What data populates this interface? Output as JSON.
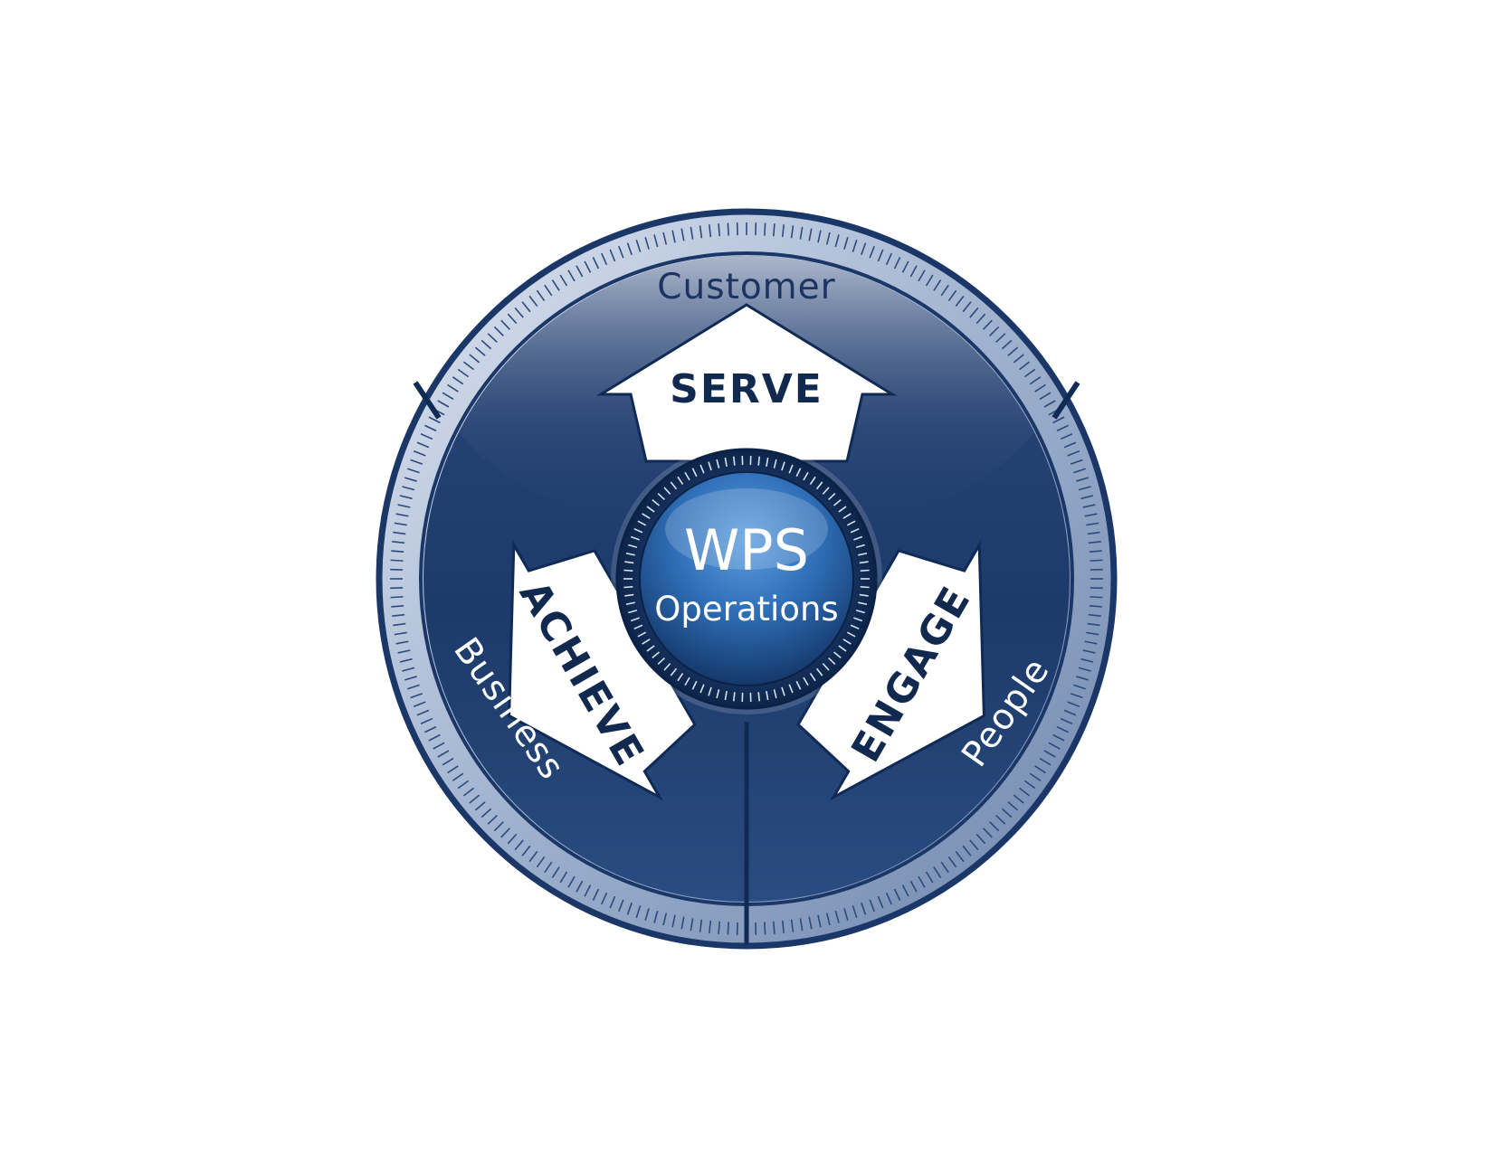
{
  "colors": {
    "navy": "#0f2a55",
    "ring": "#1f3a66",
    "ring_light": "#c7d3e6",
    "arrow_fill": "#ffffff",
    "arrow_text": "#11294f",
    "hub_blue": "#2f6fb8",
    "background": "#ffffff"
  },
  "segments": {
    "top": "Customer",
    "left": "Business",
    "right": "People"
  },
  "arrows": {
    "up": "SERVE",
    "left": "ACHIEVE",
    "right": "ENGAGE"
  },
  "hub": {
    "title": "WPS",
    "subtitle": "Operations"
  }
}
